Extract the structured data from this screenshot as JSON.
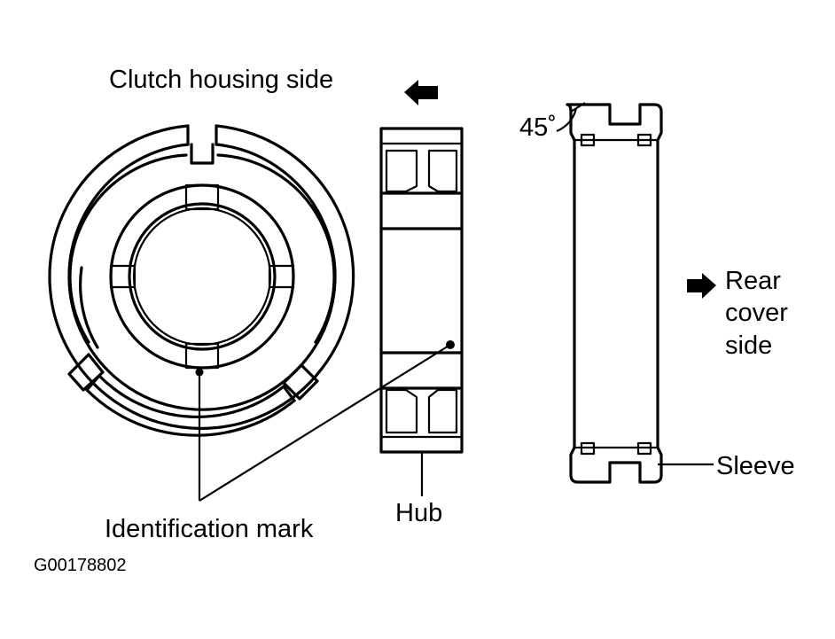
{
  "labels": {
    "clutch_housing_side": "Clutch housing side",
    "angle": "45˚",
    "rear_cover_side_line1": "Rear",
    "rear_cover_side_line2": "cover",
    "rear_cover_side_line3": "side",
    "sleeve": "Sleeve",
    "hub": "Hub",
    "identification_mark": "Identification mark",
    "figure_id": "G00178802"
  },
  "icons": {
    "arrow_left": "arrow-left-icon",
    "arrow_right": "arrow-right-icon"
  },
  "colors": {
    "line": "#000000",
    "background": "#ffffff"
  }
}
